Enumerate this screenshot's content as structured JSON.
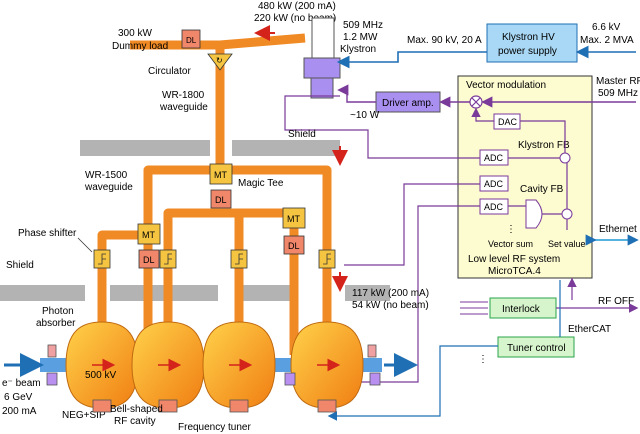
{
  "labels": {
    "top_power": "480 kW (200 mA)",
    "top_power2": "220 kW (no beam)",
    "dummy_load_power": "300 kW",
    "dummy_load": "Dummy load",
    "circulator": "Circulator",
    "wr1800_a": "WR-1800",
    "wr1800_b": "waveguide",
    "klystron_freq": "509 MHz",
    "klystron_power": "1.2 MW",
    "klystron": "Klystron",
    "hv_spec": "Max. 90 kV, 20 A",
    "hv_in_a": "6.6 kV",
    "hv_in_b": "Max. 2 MVA",
    "hv_box_a": "Klystron HV",
    "hv_box_b": "power supply",
    "master_rf_a": "Master RF",
    "master_rf_b": "509 MHz",
    "driver_amp": "Driver amp.",
    "ten_w": "~10 W",
    "vector_mod": "Vector modulation",
    "dac": "DAC",
    "adc": "ADC",
    "klystron_fb": "Klystron FB",
    "cavity_fb": "Cavity FB",
    "vector_sum": "Vector sum",
    "set_value": "Set value",
    "llrf_a": "Low level RF system",
    "llrf_b": "MicroTCA.4",
    "ethernet": "Ethernet",
    "shield": "Shield",
    "wr1500_a": "WR-1500",
    "wr1500_b": "waveguide",
    "magic_tee": "Magic Tee",
    "mt": "MT",
    "dl": "DL",
    "phase_shifter": "Phase shifter",
    "photon_a": "Photon",
    "photon_b": "absorber",
    "cav_power_a": "117 kW (200 mA)",
    "cav_power_b": "54 kW (no beam)",
    "rf_off": "RF OFF",
    "interlock": "Interlock",
    "ethercat": "EtherCAT",
    "tuner_control": "Tuner control",
    "cav_kv": "500 kV",
    "beam_a": "e⁻ beam",
    "beam_b": "6 GeV",
    "beam_c": "200 mA",
    "neg_sip": "NEG+SIP",
    "bell_a": "Bell-shaped",
    "bell_b": "RF cavity",
    "freq_tuner": "Frequency tuner",
    "dots": "⋮"
  },
  "colors": {
    "waveguide": "#f08a24",
    "mt_fill": "#f5c542",
    "dl_fill": "#f0866a",
    "klystron_fill": "#a98ff0",
    "hv_fill": "#a8d8f5",
    "llrf_fill": "#fdfbd0",
    "interlock_fill": "#d6f5cc",
    "purple_line": "#7a3a9a",
    "blue_line": "#1f6fb5",
    "shield_gray": "#b3b3b3",
    "cavity_fill": "#f6a11b"
  }
}
